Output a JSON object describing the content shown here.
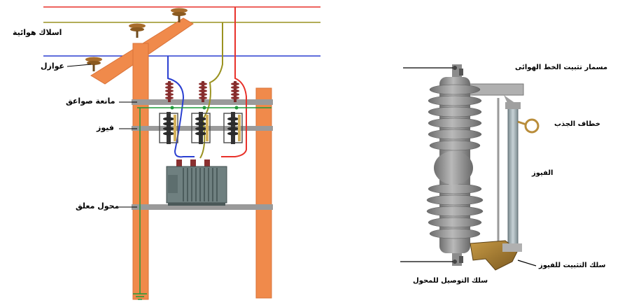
{
  "left_diagram": {
    "labels": {
      "overhead_wires": "اسلاك هوائية",
      "insulators": "عوازل",
      "lightning_arrester": "مانعة صواعق",
      "fuse": "فيوز",
      "pole_transformer": "محول معلق"
    }
  },
  "right_diagram": {
    "labels": {
      "overhead_line_bolt": "مسمار تثبيت الخط الهوائى",
      "pull_hook": "خطاف الجذب",
      "fuse": "الفيوز",
      "fuse_mount_wire": "سلك التثبيت للفيوز",
      "transformer_connection_wire": "سلك التوصيل للمحول"
    }
  },
  "colors": {
    "pole": "#f08a4b",
    "pole_edge": "#d9733a",
    "red_wire": "#e8312a",
    "olive_wire": "#9a9220",
    "blue_wire": "#2a3fd1",
    "green_ground": "#1f9a3a",
    "crossarm": "#9a9a9a",
    "insulator": "#8e8e8e"
  }
}
